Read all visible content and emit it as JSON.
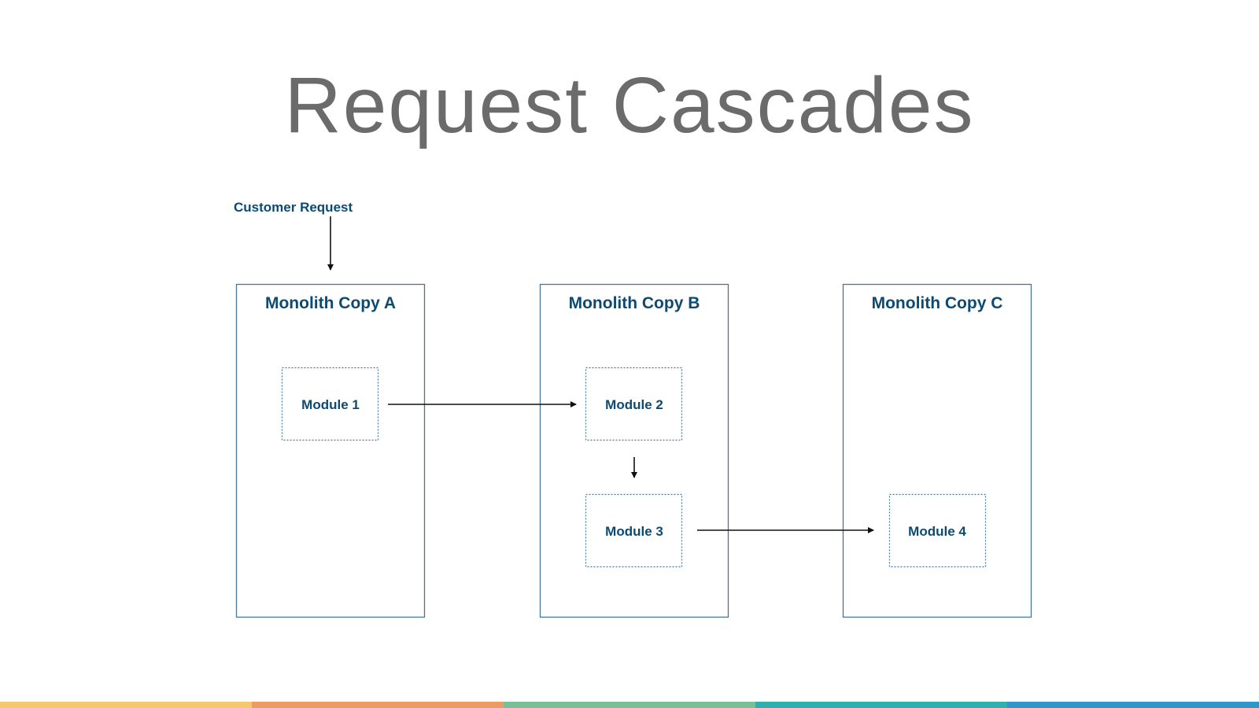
{
  "title": "Request Cascades",
  "diagram": {
    "entry_label": "Customer Request",
    "containers": [
      {
        "id": "A",
        "label": "Monolith Copy A"
      },
      {
        "id": "B",
        "label": "Monolith Copy B"
      },
      {
        "id": "C",
        "label": "Monolith Copy C"
      }
    ],
    "modules": [
      {
        "id": "m1",
        "label": "Module 1",
        "container": "A"
      },
      {
        "id": "m2",
        "label": "Module 2",
        "container": "B"
      },
      {
        "id": "m3",
        "label": "Module 3",
        "container": "B"
      },
      {
        "id": "m4",
        "label": "Module 4",
        "container": "C"
      }
    ],
    "edges": [
      {
        "from": "Customer Request",
        "to": "Monolith Copy A"
      },
      {
        "from": "Module 1",
        "to": "Module 2"
      },
      {
        "from": "Module 2",
        "to": "Module 3"
      },
      {
        "from": "Module 3",
        "to": "Module 4"
      }
    ]
  },
  "colors": {
    "title": "#6b6b6b",
    "label": "#0d4a72",
    "border": "#4a7394",
    "arrow": "#111111",
    "footer": [
      "#f4c96b",
      "#eb9c63",
      "#77c196",
      "#2eb0b0",
      "#2c97c8"
    ]
  }
}
